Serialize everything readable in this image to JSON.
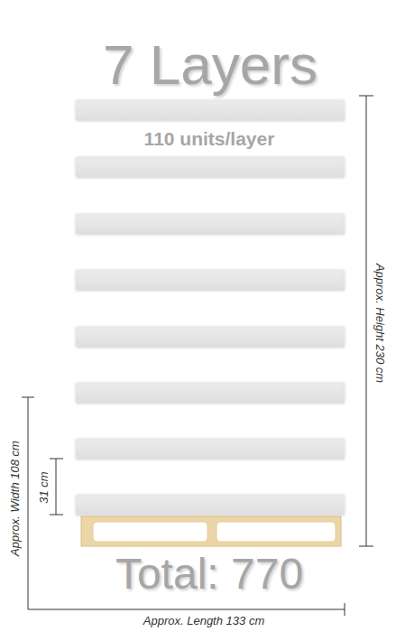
{
  "diagram": {
    "title": "7 Layers",
    "caption": "Total: 770",
    "labels": [
      "110 units/layer",
      "Approx. Height 230 cm",
      "Approx. Width 108 cm",
      "31 cm",
      "Approx. Length 133 cm"
    ]
  }
}
